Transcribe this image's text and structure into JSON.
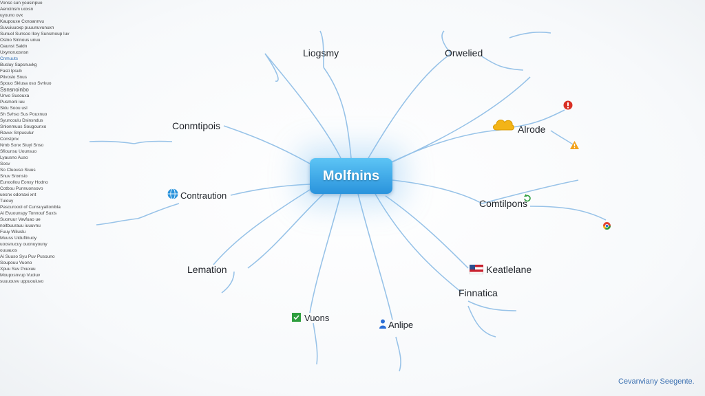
{
  "center": "Molfnins",
  "branches": {
    "top": {
      "title": "Liogsmy",
      "sub": "Vonsc sun yousinpuo",
      "note_a": "Aenoinsm uoxsn",
      "note_b": "uyouno ovx"
    },
    "top_right": {
      "title": "Orwelied",
      "sub": "Oslno Sinnous unuu",
      "note_a": "Oaunst Saldn",
      "note_b": "Uxynoruosnsn",
      "note_c": "Cnmuuts",
      "note_d": "Busluy Sapsnuvkg",
      "note_e": "Fasti Ipsub",
      "note_f": "Pilvoslo Snus"
    },
    "right_top": {
      "title": "Alrode",
      "sub": "Spouo Sklusa oso Svrkuo",
      "note_a": "Ssnsnoinbo",
      "note_b": "Unvo Susouxa",
      "note_c": "Pusmonl iuu",
      "note_d": "Sklu Soou usl"
    },
    "right": {
      "title": "Comtilpons",
      "sub": "Sh Svhso Sus Pouxnuo",
      "note_a": "Syuncoulu Dsinsndus",
      "note_b": "Snlonmuus Sougounxo",
      "note_c": "Ravvx Snpusulur",
      "note_d": "Conslpnx",
      "note_e": "Nmb Sonx Stuyl Snso"
    },
    "right_bottom": {
      "title": "Keatlelane"
    },
    "bottom_right": {
      "title": "Finnatica",
      "sub": "Sfiounsu Uounsuo",
      "note_a": "Lyausno Auso",
      "note_b": "Sosv",
      "note_c": "So Cluouso Siuus"
    },
    "bottom": {
      "title": "Anlipe",
      "sub": "Snuv Snxnsio",
      "note_a": "Eunoollou Eonxy Hodno"
    },
    "bottom_left": {
      "title": "Vuons",
      "note_a": "Cotbou Punnuonsovo",
      "note_b": "uesnx odonaxi xnt"
    },
    "left_bottom": {
      "title": "Lemation",
      "sub": "Tuiouy",
      "note_a": "Pascuroool of Cunsuyaltonibla"
    },
    "left": {
      "title": "Contraution",
      "sub": "Ai Evuounspy Tonnouf Suxis",
      "note_a": "Suonuur Vavfuao ue",
      "note_b": "noitbuurauu iuuuvnu",
      "note_c": "Fuuy Wiluslu",
      "note_d": "Muuss Uiduflinuoy",
      "note_e": "uoosnucuy ouonuyouny",
      "note_f": "ouuauos"
    },
    "left_top": {
      "title": "Conmtipois",
      "sub": "Ai Suuso Syu Puv Pusouno",
      "note_a": "Soupouu Vuono",
      "note_b": "Xpuu Suv Pxuxuu",
      "note_c": "Moupxsnvup Vuoluv",
      "note_d": "suuuouvv uppuouiuvo",
      "note_e": "Sunuol Sunsoo Ikxy Sunsmoup luv"
    },
    "top_left": {
      "note_a": "Kaupouxe Cxnoannvu",
      "note_b": "Suvuiuuoxp puuunuvunuxn"
    }
  },
  "footer_brand": "Cevanviany Seegente.",
  "colors": {
    "link": "#7fb4e0",
    "center_top": "#5cc4f5",
    "center_bottom": "#2a93dc",
    "brand": "#3a6fb0",
    "cloud": "#f3b417",
    "alert_red": "#d93025",
    "warn": "#f3a21a",
    "check_green": "#2e9e3e",
    "person_blue": "#2c6fd6"
  },
  "icons": [
    "cloud-icon",
    "alert-icon",
    "warning-icon",
    "globe-icon",
    "flag-icon",
    "check-icon",
    "person-icon",
    "refresh-icon",
    "chrome-icon"
  ]
}
